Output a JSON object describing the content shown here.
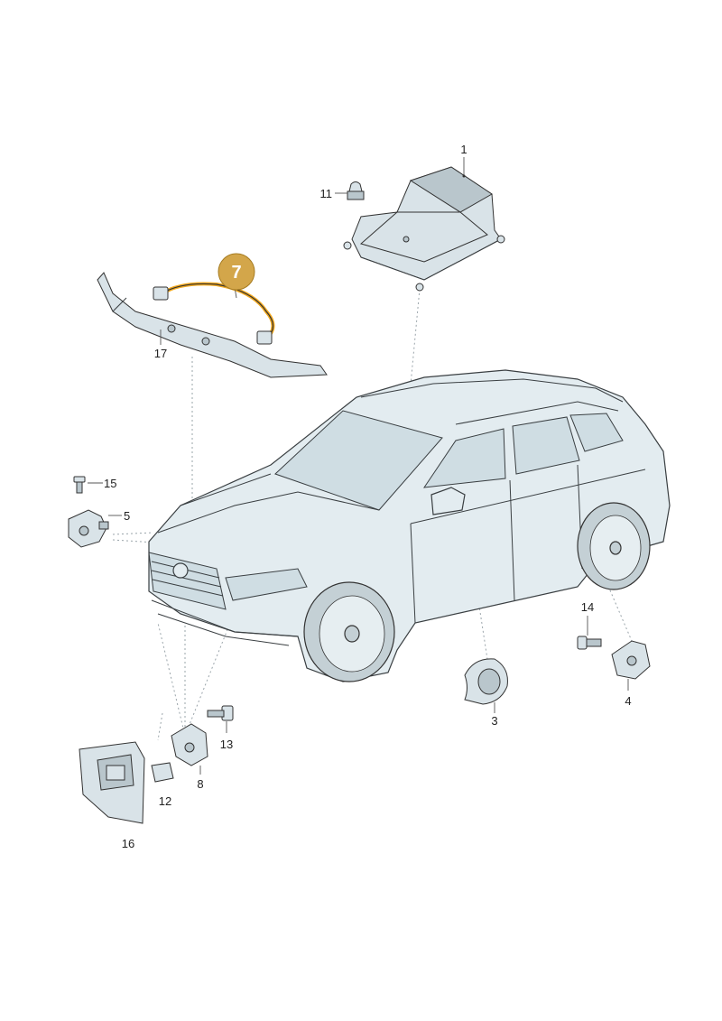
{
  "callouts": {
    "c1": "1",
    "c3": "3",
    "c4": "4",
    "c5": "5",
    "c8": "8",
    "c11": "11",
    "c12": "12",
    "c13": "13",
    "c14": "14",
    "c15": "15",
    "c16": "16",
    "c17": "17"
  },
  "highlight": {
    "number": "7",
    "color": "#d3a64a",
    "harness_color": "#f2a81d"
  }
}
